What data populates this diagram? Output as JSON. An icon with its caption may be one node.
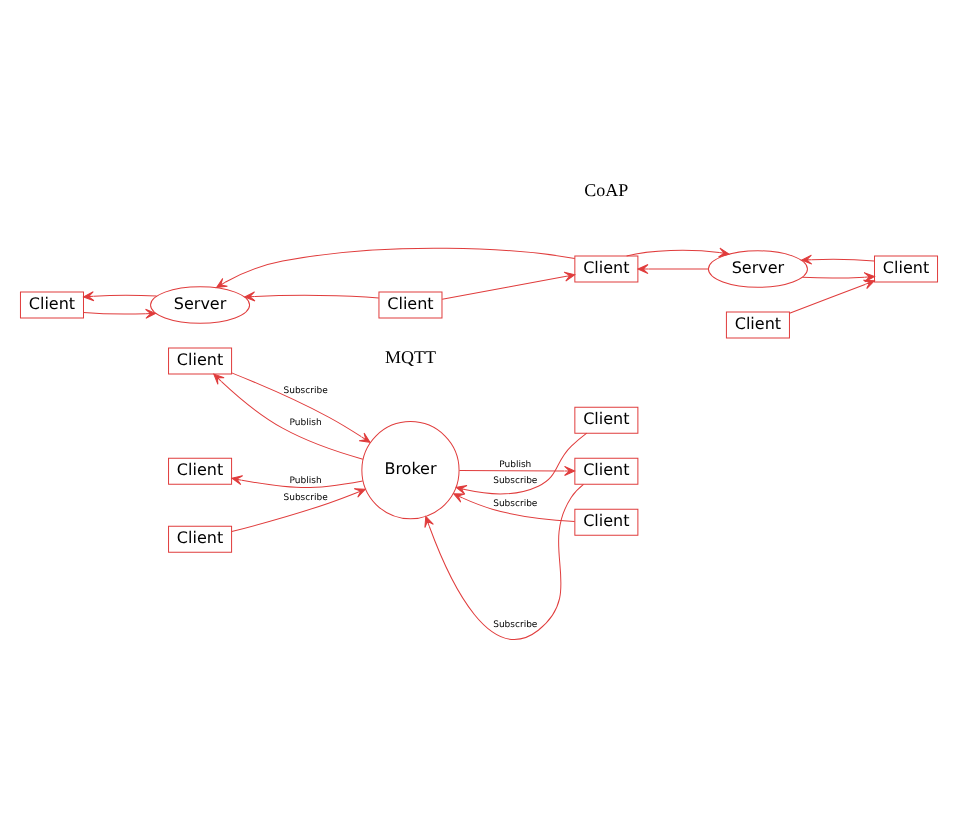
{
  "diagram": {
    "nodes": [
      {
        "text": [
          "Client"
        ]
      },
      {
        "text": [
          "Server"
        ]
      },
      {
        "text": [
          "Client"
        ]
      },
      {
        "text": [
          "Client"
        ]
      },
      {
        "text": [
          "Server"
        ]
      },
      {
        "text": [
          "Client"
        ]
      },
      {
        "text": [
          "Client"
        ]
      },
      {
        "text": [
          "Client"
        ]
      },
      {
        "text": [
          "Client"
        ]
      },
      {
        "text": [
          "Client"
        ]
      },
      {
        "text": [
          "Broker"
        ]
      },
      {
        "text": [
          "Client"
        ]
      },
      {
        "text": [
          "Client"
        ]
      },
      {
        "text": [
          "Client"
        ]
      }
    ],
    "edges": [
      {
        "from": 0,
        "to": 1,
        "arrow": "to"
      },
      {
        "from": 1,
        "to": 0,
        "arrow": "to"
      },
      {
        "from": 4,
        "to": 2,
        "arrow": "to"
      },
      {
        "from": 2,
        "to": 4,
        "arrow": "to"
      },
      {
        "from": 5,
        "to": 4,
        "arrow": "to"
      },
      {
        "from": 4,
        "to": 5,
        "arrow": "to"
      },
      {
        "from": 2,
        "to": 1,
        "arrow": "to"
      },
      {
        "from": 3,
        "to": 2,
        "arrow": "to"
      },
      {
        "from": 6,
        "to": 5,
        "arrow": "to"
      },
      {
        "from": 3,
        "to": 1,
        "arrow": "to"
      },
      {
        "from": 10,
        "to": 7,
        "arrow": "to",
        "label": "Publish"
      },
      {
        "from": 7,
        "to": 10,
        "arrow": "to",
        "label": "Subscribe"
      },
      {
        "from": 11,
        "to": 10,
        "arrow": "to",
        "label": "Subscribe"
      },
      {
        "from": 10,
        "to": 8,
        "arrow": "to",
        "label": "Publish"
      },
      {
        "from": 12,
        "to": 10,
        "arrow": "to",
        "label": "Subscribe"
      },
      {
        "from": 9,
        "to": 10,
        "arrow": "to",
        "label": "Subscribe"
      },
      {
        "from": 13,
        "to": 10,
        "arrow": "to",
        "label": "Subscribe"
      },
      {
        "from": 10,
        "to": 13,
        "arrow": "to",
        "label": "Publish"
      }
    ],
    "labels": [
      "CoAP",
      "MQTT"
    ]
  }
}
